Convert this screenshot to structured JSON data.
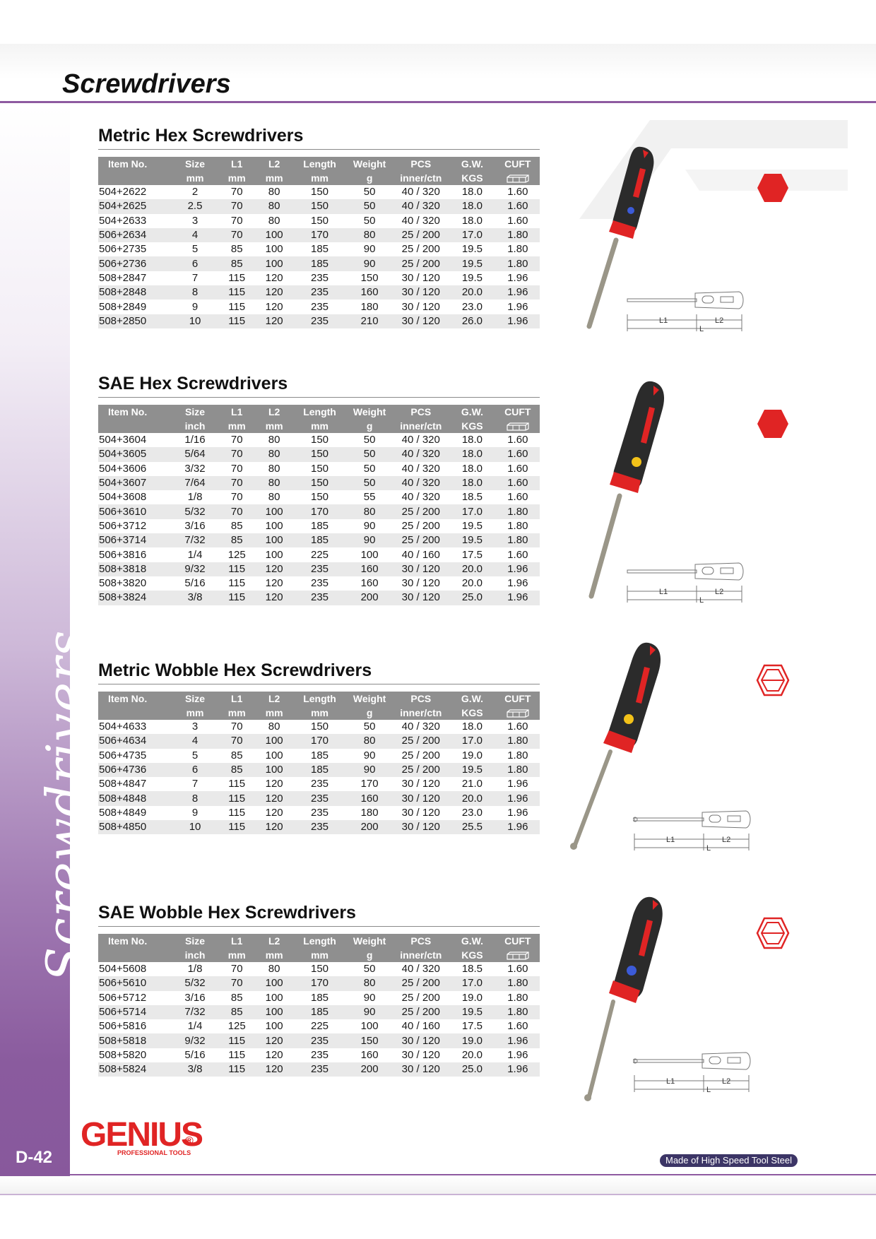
{
  "page": {
    "title": "Screwdrivers",
    "side_label": "Screwdrivers",
    "page_number": "D-42",
    "tagline": "Made of High Speed Tool Steel",
    "brand": {
      "name": "GENIUS",
      "reg": "®",
      "sub": "PROFESSIONAL TOOLS"
    },
    "accent_color": "#8e5aa0",
    "handle_color": "#e02424"
  },
  "header_top": [
    "Item No.",
    "Size",
    "L1",
    "L2",
    "Length",
    "Weight",
    "PCS",
    "G.W.",
    "CUFT"
  ],
  "dim_labels": {
    "l1": "L1",
    "l2": "L2",
    "l": "L"
  },
  "sections": [
    {
      "title": "Metric Hex Screwdrivers",
      "units": [
        "",
        "mm",
        "mm",
        "mm",
        "mm",
        "g",
        "inner/ctn",
        "KGS",
        ""
      ],
      "tip_icon": "solid-hexagon-icon",
      "rows": [
        [
          "504+2622",
          "2",
          "70",
          "80",
          "150",
          "50",
          "40 / 320",
          "18.0",
          "1.60"
        ],
        [
          "504+2625",
          "2.5",
          "70",
          "80",
          "150",
          "50",
          "40 / 320",
          "18.0",
          "1.60"
        ],
        [
          "504+2633",
          "3",
          "70",
          "80",
          "150",
          "50",
          "40 / 320",
          "18.0",
          "1.60"
        ],
        [
          "506+2634",
          "4",
          "70",
          "100",
          "170",
          "80",
          "25 / 200",
          "17.0",
          "1.80"
        ],
        [
          "506+2735",
          "5",
          "85",
          "100",
          "185",
          "90",
          "25 / 200",
          "19.5",
          "1.80"
        ],
        [
          "506+2736",
          "6",
          "85",
          "100",
          "185",
          "90",
          "25 / 200",
          "19.5",
          "1.80"
        ],
        [
          "508+2847",
          "7",
          "115",
          "120",
          "235",
          "150",
          "30 / 120",
          "19.5",
          "1.96"
        ],
        [
          "508+2848",
          "8",
          "115",
          "120",
          "235",
          "160",
          "30 / 120",
          "20.0",
          "1.96"
        ],
        [
          "508+2849",
          "9",
          "115",
          "120",
          "235",
          "180",
          "30 / 120",
          "23.0",
          "1.96"
        ],
        [
          "508+2850",
          "10",
          "115",
          "120",
          "235",
          "210",
          "30 / 120",
          "26.0",
          "1.96"
        ]
      ]
    },
    {
      "title": "SAE Hex Screwdrivers",
      "units": [
        "",
        "inch",
        "mm",
        "mm",
        "mm",
        "g",
        "inner/ctn",
        "KGS",
        ""
      ],
      "tip_icon": "solid-hexagon-icon",
      "rows": [
        [
          "504+3604",
          "1/16",
          "70",
          "80",
          "150",
          "50",
          "40 / 320",
          "18.0",
          "1.60"
        ],
        [
          "504+3605",
          "5/64",
          "70",
          "80",
          "150",
          "50",
          "40 / 320",
          "18.0",
          "1.60"
        ],
        [
          "504+3606",
          "3/32",
          "70",
          "80",
          "150",
          "50",
          "40 / 320",
          "18.0",
          "1.60"
        ],
        [
          "504+3607",
          "7/64",
          "70",
          "80",
          "150",
          "50",
          "40 / 320",
          "18.0",
          "1.60"
        ],
        [
          "504+3608",
          "1/8",
          "70",
          "80",
          "150",
          "55",
          "40 / 320",
          "18.5",
          "1.60"
        ],
        [
          "506+3610",
          "5/32",
          "70",
          "100",
          "170",
          "80",
          "25 / 200",
          "17.0",
          "1.80"
        ],
        [
          "506+3712",
          "3/16",
          "85",
          "100",
          "185",
          "90",
          "25 / 200",
          "19.5",
          "1.80"
        ],
        [
          "506+3714",
          "7/32",
          "85",
          "100",
          "185",
          "90",
          "25 / 200",
          "19.5",
          "1.80"
        ],
        [
          "506+3816",
          "1/4",
          "125",
          "100",
          "225",
          "100",
          "40 / 160",
          "17.5",
          "1.60"
        ],
        [
          "508+3818",
          "9/32",
          "115",
          "120",
          "235",
          "160",
          "30 / 120",
          "20.0",
          "1.96"
        ],
        [
          "508+3820",
          "5/16",
          "115",
          "120",
          "235",
          "160",
          "30 / 120",
          "20.0",
          "1.96"
        ],
        [
          "508+3824",
          "3/8",
          "115",
          "120",
          "235",
          "200",
          "30 / 120",
          "25.0",
          "1.96"
        ]
      ]
    },
    {
      "title": "Metric Wobble Hex Screwdrivers",
      "units": [
        "",
        "mm",
        "mm",
        "mm",
        "mm",
        "g",
        "inner/ctn",
        "KGS",
        ""
      ],
      "tip_icon": "ball-hexagon-icon",
      "rows": [
        [
          "504+4633",
          "3",
          "70",
          "80",
          "150",
          "50",
          "40 / 320",
          "18.0",
          "1.60"
        ],
        [
          "506+4634",
          "4",
          "70",
          "100",
          "170",
          "80",
          "25 / 200",
          "17.0",
          "1.80"
        ],
        [
          "506+4735",
          "5",
          "85",
          "100",
          "185",
          "90",
          "25 / 200",
          "19.0",
          "1.80"
        ],
        [
          "506+4736",
          "6",
          "85",
          "100",
          "185",
          "90",
          "25 / 200",
          "19.5",
          "1.80"
        ],
        [
          "508+4847",
          "7",
          "115",
          "120",
          "235",
          "170",
          "30 / 120",
          "21.0",
          "1.96"
        ],
        [
          "508+4848",
          "8",
          "115",
          "120",
          "235",
          "160",
          "30 / 120",
          "20.0",
          "1.96"
        ],
        [
          "508+4849",
          "9",
          "115",
          "120",
          "235",
          "180",
          "30 / 120",
          "23.0",
          "1.96"
        ],
        [
          "508+4850",
          "10",
          "115",
          "120",
          "235",
          "200",
          "30 / 120",
          "25.5",
          "1.96"
        ]
      ]
    },
    {
      "title": "SAE Wobble Hex Screwdrivers",
      "units": [
        "",
        "inch",
        "mm",
        "mm",
        "mm",
        "g",
        "inner/ctn",
        "KGS",
        ""
      ],
      "tip_icon": "ball-hexagon-icon",
      "rows": [
        [
          "504+5608",
          "1/8",
          "70",
          "80",
          "150",
          "50",
          "40 / 320",
          "18.5",
          "1.60"
        ],
        [
          "506+5610",
          "5/32",
          "70",
          "100",
          "170",
          "80",
          "25 / 200",
          "17.0",
          "1.80"
        ],
        [
          "506+5712",
          "3/16",
          "85",
          "100",
          "185",
          "90",
          "25 / 200",
          "19.0",
          "1.80"
        ],
        [
          "506+5714",
          "7/32",
          "85",
          "100",
          "185",
          "90",
          "25 / 200",
          "19.5",
          "1.80"
        ],
        [
          "506+5816",
          "1/4",
          "125",
          "100",
          "225",
          "100",
          "40 / 160",
          "17.5",
          "1.60"
        ],
        [
          "508+5818",
          "9/32",
          "115",
          "120",
          "235",
          "150",
          "30 / 120",
          "19.0",
          "1.96"
        ],
        [
          "508+5820",
          "5/16",
          "115",
          "120",
          "235",
          "160",
          "30 / 120",
          "20.0",
          "1.96"
        ],
        [
          "508+5824",
          "3/8",
          "115",
          "120",
          "235",
          "200",
          "30 / 120",
          "25.0",
          "1.96"
        ]
      ]
    }
  ]
}
